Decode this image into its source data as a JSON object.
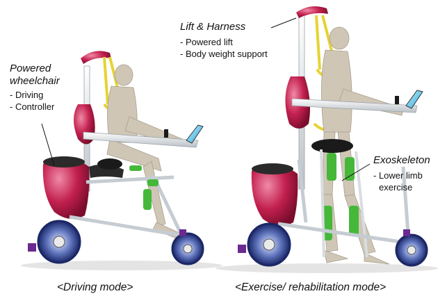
{
  "labels": {
    "wheelchair": {
      "title_line1": "Powered",
      "title_line2": "wheelchair",
      "items": [
        "- Driving",
        "- Controller"
      ]
    },
    "lift": {
      "title": "Lift & Harness",
      "items": [
        "- Powered lift",
        "- Body weight support"
      ]
    },
    "exoskeleton": {
      "title": "Exoskeleton",
      "items": [
        "- Lower limb",
        "exercise"
      ]
    }
  },
  "captions": {
    "left": "<Driving mode>",
    "right": "<Exercise/ rehabilitation mode>"
  },
  "colors": {
    "chair_red": "#b81e4a",
    "frame_white": "#e8ecef",
    "body_beige": "#cfc6b6",
    "exo_green": "#45b83a",
    "harness_yellow": "#e8d63a",
    "wheel_blue": "#1f2f7a",
    "controller_black": "#1a1a1a"
  }
}
